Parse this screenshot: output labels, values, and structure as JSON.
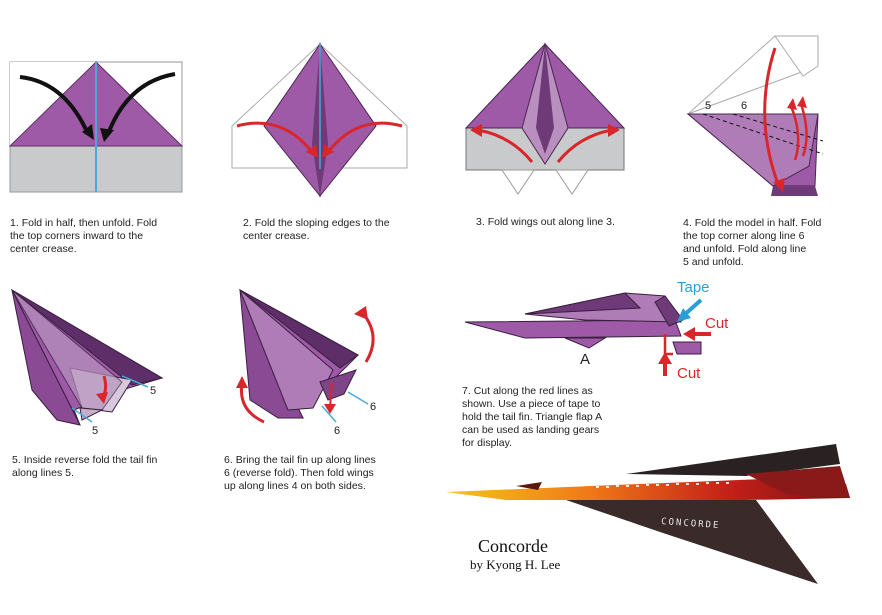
{
  "steps": [
    {
      "number": "1.",
      "text": "Fold in half, then unfold. Fold\nthe top corners inward to the\ncenter crease."
    },
    {
      "number": "2.",
      "text": "Fold the sloping edges to the\ncenter crease."
    },
    {
      "number": "3.",
      "text": "Fold wings out along line 3."
    },
    {
      "number": "4.",
      "text": "Fold the model in half. Fold\nthe top corner along line 6\nand unfold. Fold along line\n5 and unfold."
    },
    {
      "number": "5.",
      "text": "Inside reverse fold the tail fin\nalong lines 5."
    },
    {
      "number": "6.",
      "text": "Bring the tail fin up along lines\n6 (reverse fold). Then fold wings\nup along lines 4 on both sides."
    },
    {
      "number": "7.",
      "text": "Cut along the red lines as\nshown. Use a piece of tape to\nhold the tail fin. Triangle flap A\ncan be used as landing gears\nfor display."
    }
  ],
  "labels": {
    "line5": "5",
    "line6": "6",
    "tape": "Tape",
    "cut": "Cut",
    "flap_a": "A"
  },
  "plane_lettering": "CONCORDE",
  "title": "Concorde",
  "byline": "by Kyong H. Lee",
  "colors": {
    "paper_purple": "#9e5aa6",
    "paper_purple_dark": "#6e3a78",
    "paper_gray": "#c8cacc",
    "arrow_red": "#d9262b",
    "crease_blue": "#4aa8d8",
    "tape_blue": "#2a9fd6"
  }
}
